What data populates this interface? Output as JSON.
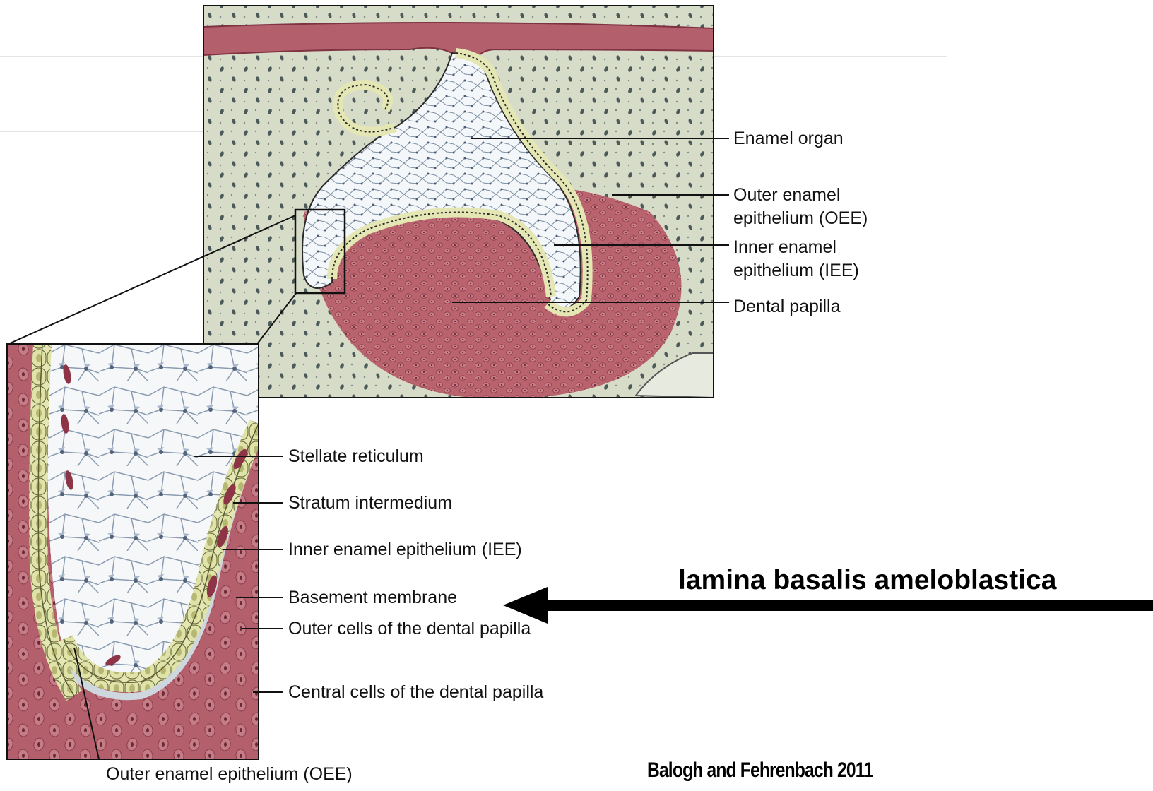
{
  "upper_labels": [
    {
      "id": "enamel-organ",
      "text": "Enamel organ"
    },
    {
      "id": "oee",
      "lines": [
        "Outer enamel",
        "epithelium (OEE)"
      ]
    },
    {
      "id": "iee",
      "lines": [
        "Inner enamel",
        "epithelium (IEE)"
      ]
    },
    {
      "id": "dental-papilla",
      "text": "Dental papilla"
    }
  ],
  "lower_labels": {
    "stellate_reticulum": "Stellate reticulum",
    "stratum_intermedium": "Stratum intermedium",
    "inner_enamel_epithelium": "Inner enamel epithelium (IEE)",
    "basement_membrane": "Basement membrane",
    "outer_cells_papilla": "Outer cells of the dental papilla",
    "central_cells_papilla": "Central cells of the dental papilla",
    "outer_enamel_epithelium": "Outer enamel epithelium (OEE)"
  },
  "annotation": {
    "text": "lamina basalis ameloblastica"
  },
  "credit": "Balogh and Fehrenbach 2011",
  "colors": {
    "papilla": "#b9636e",
    "papilla_dark": "#8d3a4a",
    "mesenchyme": "#d7dcc9",
    "stellate": "#eef3f7",
    "epithelium": "#e4e6b3",
    "background_text": "#b7b7b7"
  }
}
